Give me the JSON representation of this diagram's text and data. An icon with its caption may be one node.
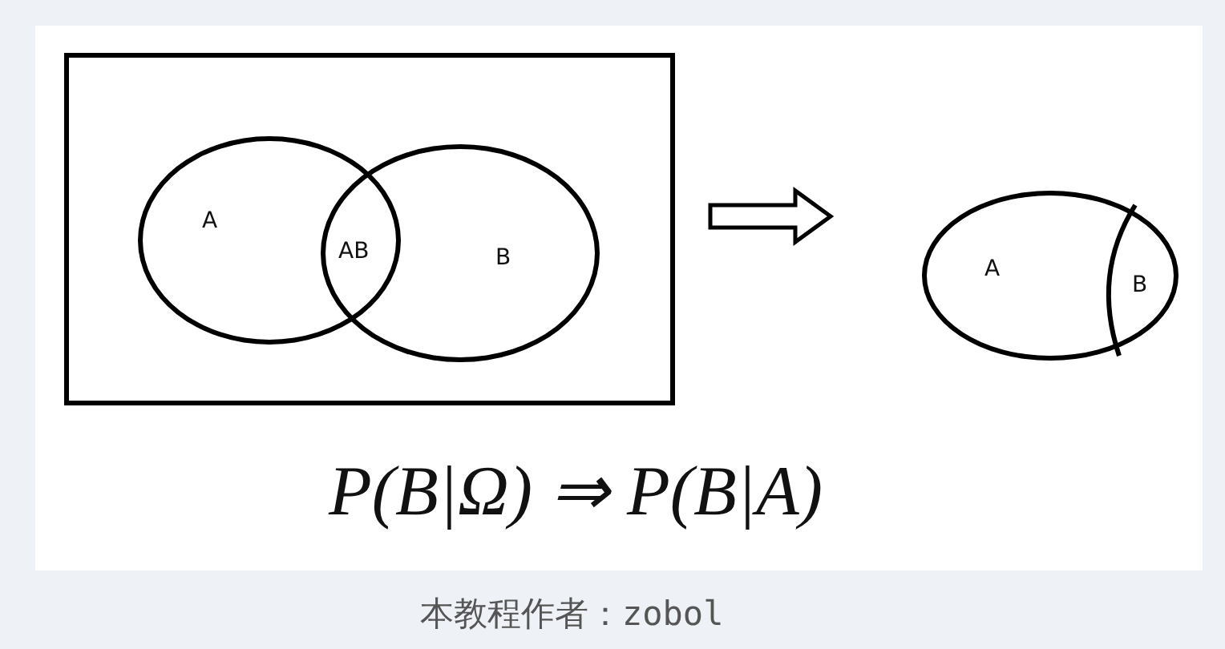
{
  "diagram": {
    "caption": "本教程作者：zobol",
    "nodes": [
      {
        "text": [],
        "shape": "box"
      },
      {
        "text": [
          "A"
        ],
        "in": 0
      },
      {
        "text": [
          "B"
        ],
        "in": 0
      },
      {
        "text": [
          "A",
          "B"
        ]
      }
    ],
    "edges": [
      {
        "from": 0,
        "to": 3,
        "arrow": "to"
      }
    ],
    "labels": [
      "AB",
      "P(B|Ω) ⇒ P(B|A)"
    ]
  }
}
